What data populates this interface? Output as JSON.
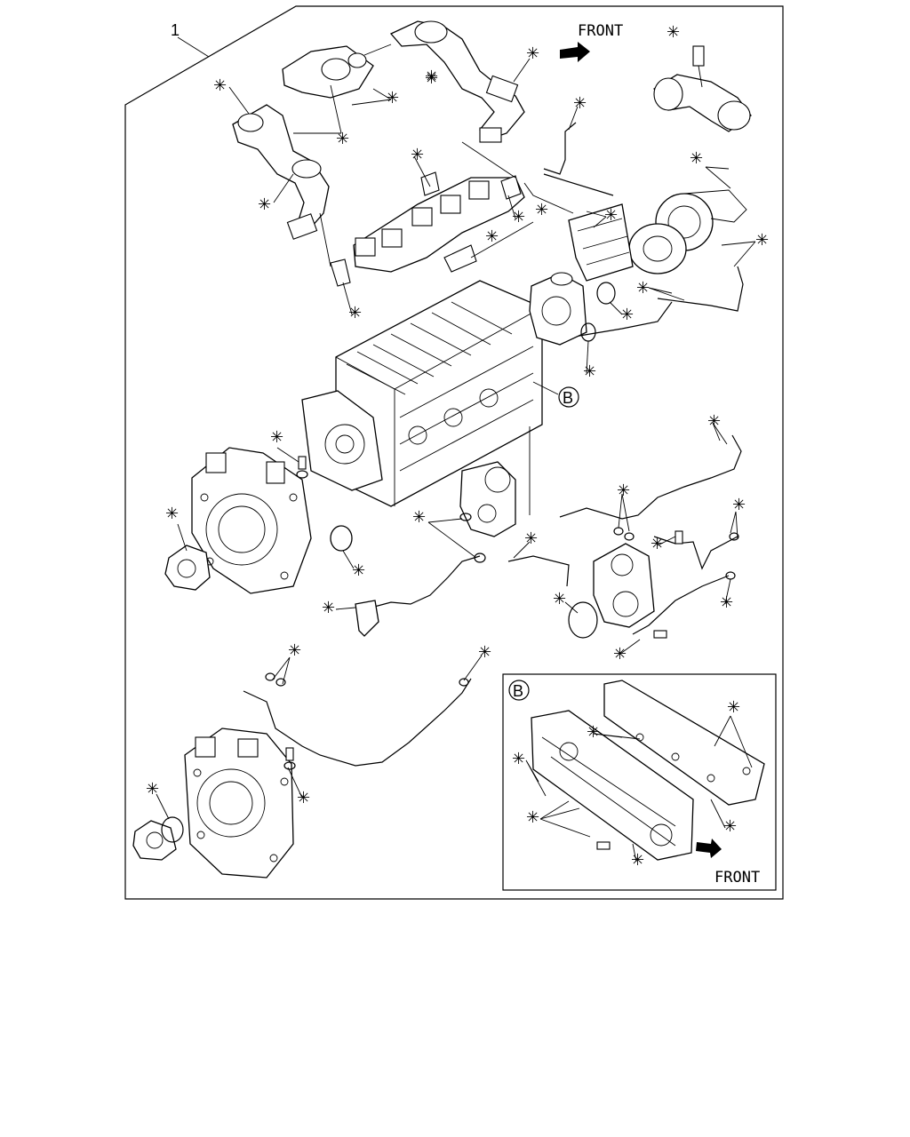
{
  "labels": {
    "item_number": "1",
    "front_top": "FRONT",
    "front_inset": "FRONT",
    "callout_b": "B",
    "inset_b": "B",
    "marker": "✳"
  }
}
